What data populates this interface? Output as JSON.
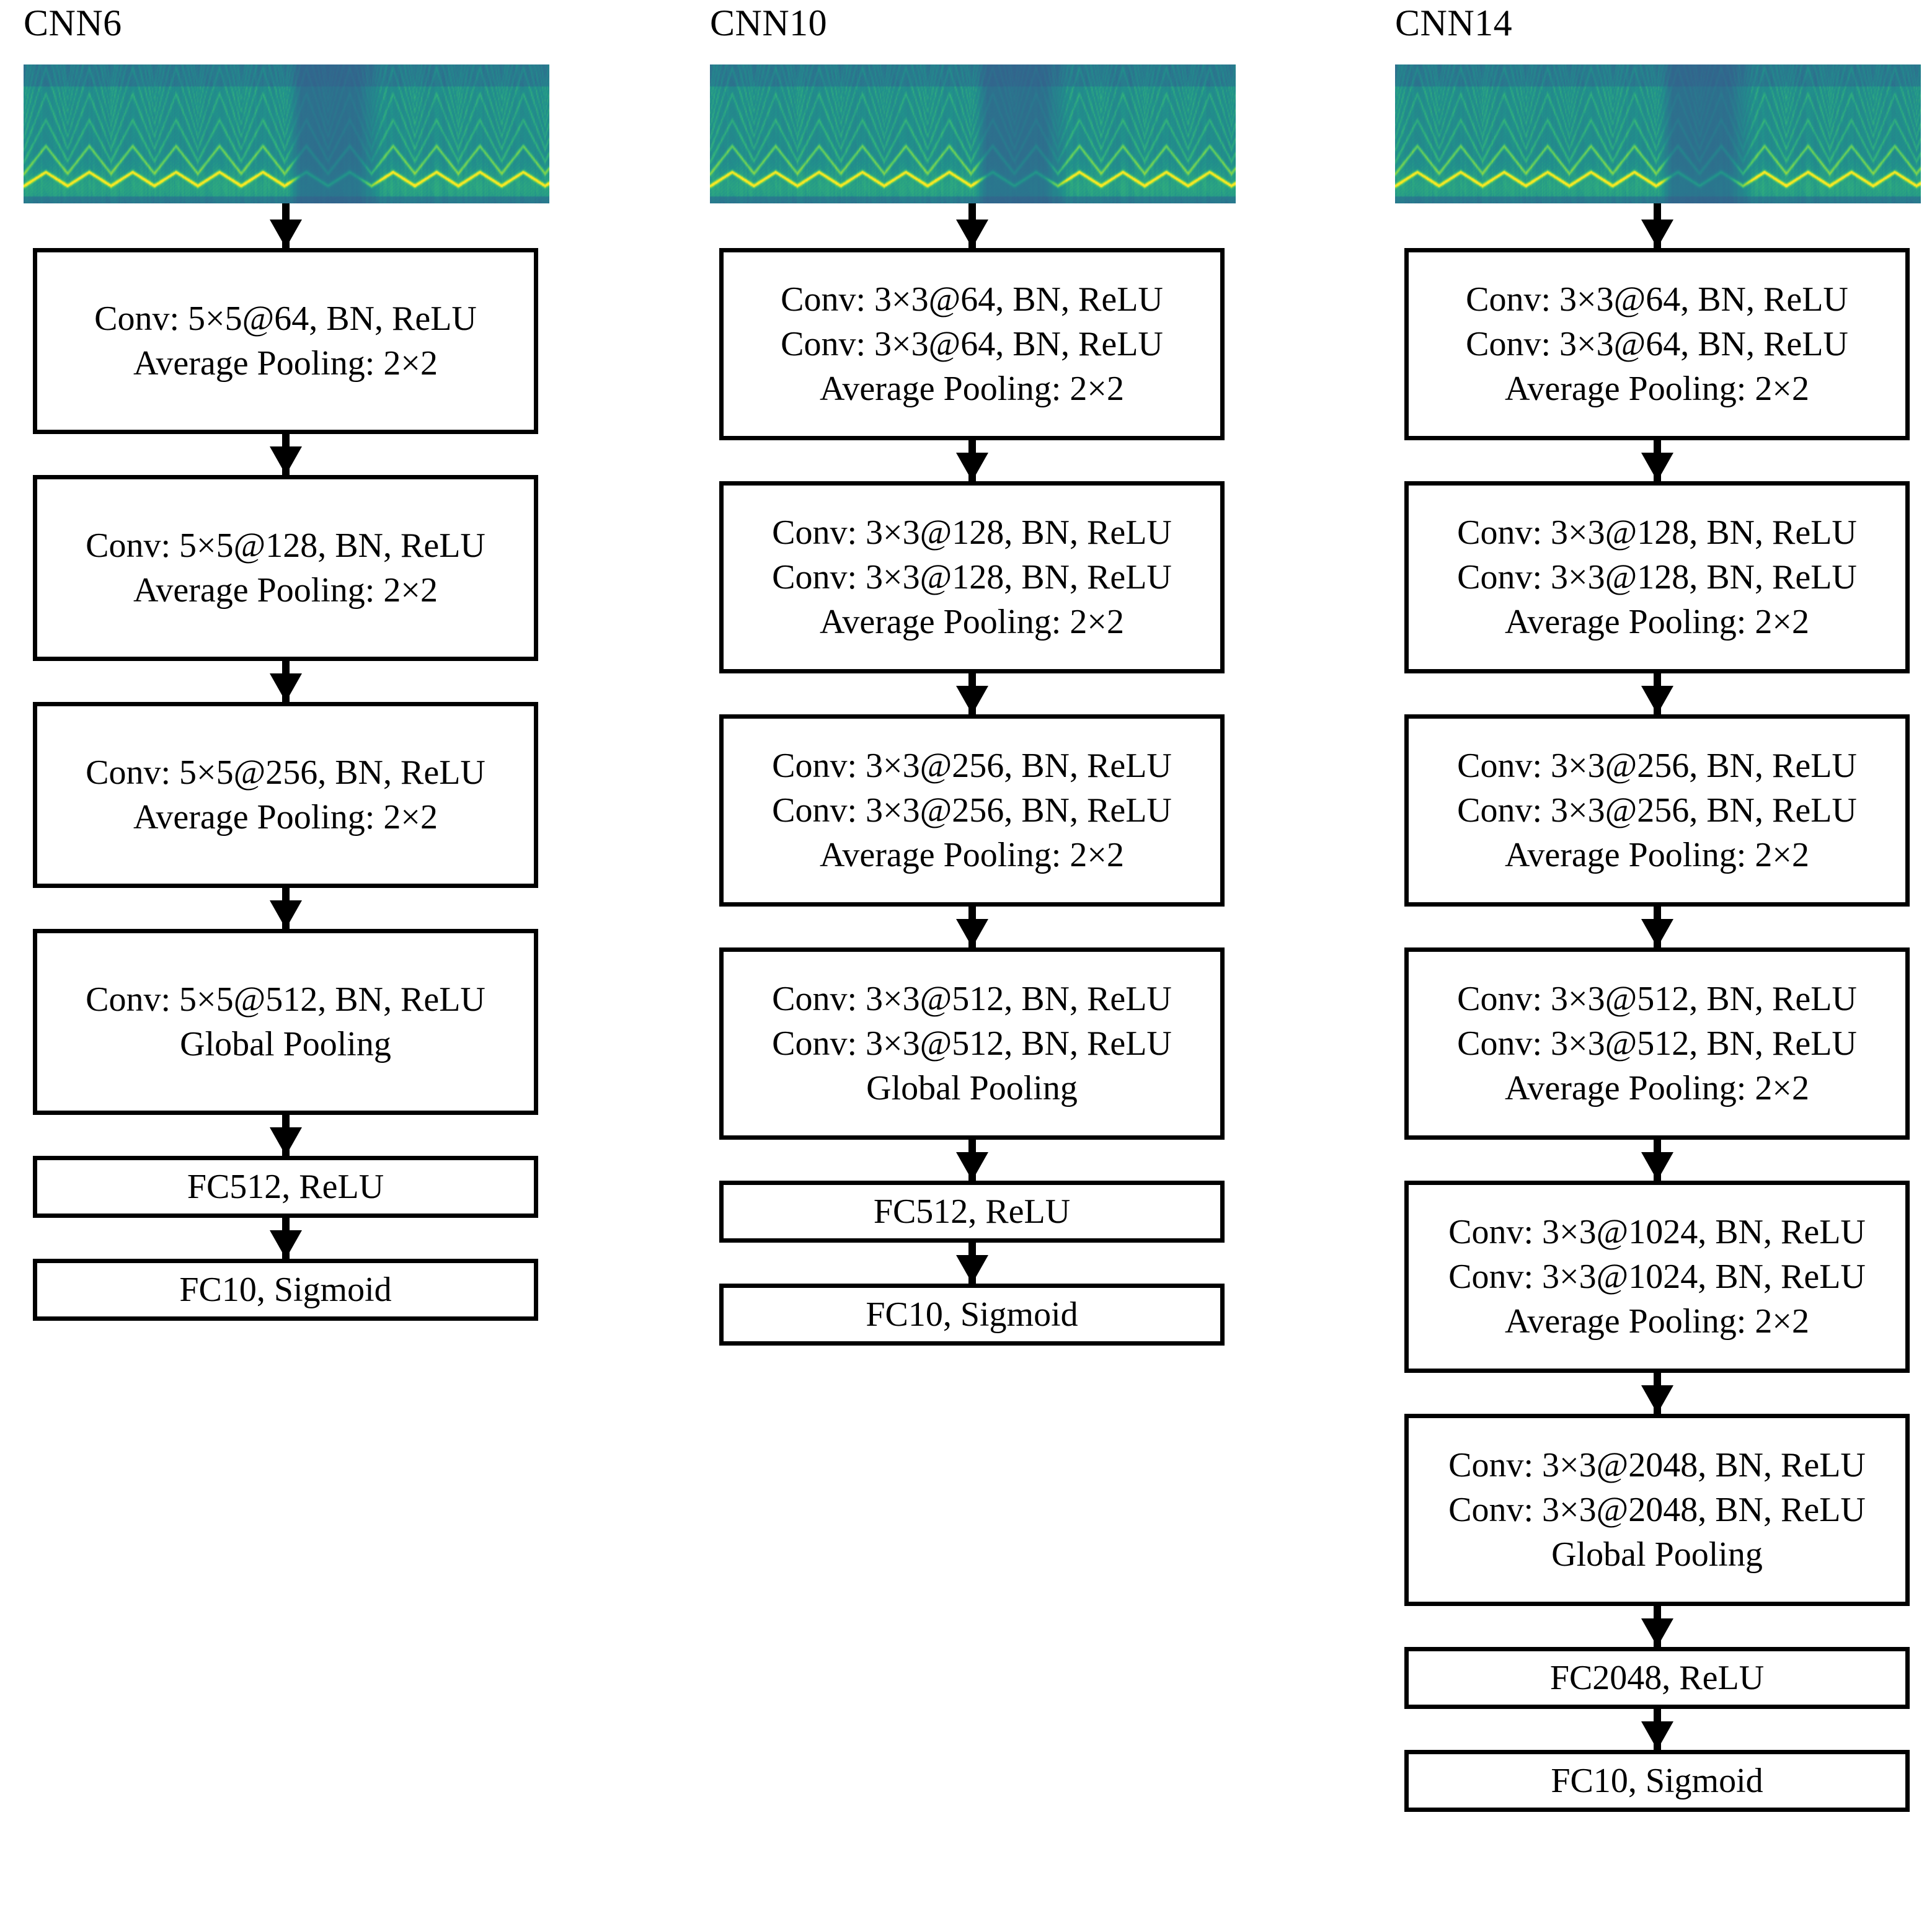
{
  "figure": {
    "kind": "cnn-architecture-diagram",
    "background_color": "#ffffff",
    "box_border_color": "#000000",
    "text_color": "#000000",
    "arrow_color": "#000000",
    "spectrogram_colormap": "viridis",
    "spectrogram_colors": [
      "#2a788e",
      "#21918c",
      "#35b779",
      "#5ec962",
      "#a5db36",
      "#d8e219",
      "#fde725",
      "#31688e",
      "#3b528b"
    ]
  },
  "columns": [
    {
      "id": "cnn6",
      "title": "CNN6",
      "input_name": "log-mel-spectrogram",
      "blocks": [
        {
          "id": "cnn6-block-1",
          "lines": [
            "Conv: 5×5@64, BN, ReLU",
            "Average Pooling: 2×2"
          ]
        },
        {
          "id": "cnn6-block-2",
          "lines": [
            "Conv: 5×5@128, BN, ReLU",
            "Average Pooling: 2×2"
          ]
        },
        {
          "id": "cnn6-block-3",
          "lines": [
            "Conv: 5×5@256, BN, ReLU",
            "Average Pooling: 2×2"
          ]
        },
        {
          "id": "cnn6-block-4",
          "lines": [
            "Conv: 5×5@512, BN, ReLU",
            "Global Pooling"
          ]
        },
        {
          "id": "cnn6-block-5",
          "lines": [
            "FC512, ReLU"
          ]
        },
        {
          "id": "cnn6-block-6",
          "lines": [
            "FC10, Sigmoid"
          ]
        }
      ]
    },
    {
      "id": "cnn10",
      "title": "CNN10",
      "input_name": "log-mel-spectrogram",
      "blocks": [
        {
          "id": "cnn10-block-1",
          "lines": [
            "Conv: 3×3@64, BN, ReLU",
            "Conv: 3×3@64, BN, ReLU",
            "Average Pooling: 2×2"
          ]
        },
        {
          "id": "cnn10-block-2",
          "lines": [
            "Conv: 3×3@128, BN, ReLU",
            "Conv: 3×3@128, BN, ReLU",
            "Average Pooling: 2×2"
          ]
        },
        {
          "id": "cnn10-block-3",
          "lines": [
            "Conv: 3×3@256, BN, ReLU",
            "Conv: 3×3@256, BN, ReLU",
            "Average Pooling: 2×2"
          ]
        },
        {
          "id": "cnn10-block-4",
          "lines": [
            "Conv: 3×3@512, BN, ReLU",
            "Conv: 3×3@512, BN, ReLU",
            "Global Pooling"
          ]
        },
        {
          "id": "cnn10-block-5",
          "lines": [
            "FC512, ReLU"
          ]
        },
        {
          "id": "cnn10-block-6",
          "lines": [
            "FC10, Sigmoid"
          ]
        }
      ]
    },
    {
      "id": "cnn14",
      "title": "CNN14",
      "input_name": "log-mel-spectrogram",
      "blocks": [
        {
          "id": "cnn14-block-1",
          "lines": [
            "Conv: 3×3@64, BN, ReLU",
            "Conv: 3×3@64, BN, ReLU",
            "Average Pooling: 2×2"
          ]
        },
        {
          "id": "cnn14-block-2",
          "lines": [
            "Conv: 3×3@128, BN, ReLU",
            "Conv: 3×3@128, BN, ReLU",
            "Average Pooling: 2×2"
          ]
        },
        {
          "id": "cnn14-block-3",
          "lines": [
            "Conv: 3×3@256, BN, ReLU",
            "Conv: 3×3@256, BN, ReLU",
            "Average Pooling: 2×2"
          ]
        },
        {
          "id": "cnn14-block-4",
          "lines": [
            "Conv: 3×3@512, BN, ReLU",
            "Conv: 3×3@512, BN, ReLU",
            "Average Pooling: 2×2"
          ]
        },
        {
          "id": "cnn14-block-5",
          "lines": [
            "Conv: 3×3@1024, BN, ReLU",
            "Conv: 3×3@1024, BN, ReLU",
            "Average Pooling: 2×2"
          ]
        },
        {
          "id": "cnn14-block-6",
          "lines": [
            "Conv: 3×3@2048, BN, ReLU",
            "Conv: 3×3@2048, BN, ReLU",
            "Global Pooling"
          ]
        },
        {
          "id": "cnn14-block-7",
          "lines": [
            "FC2048, ReLU"
          ]
        },
        {
          "id": "cnn14-block-8",
          "lines": [
            "FC10, Sigmoid"
          ]
        }
      ]
    }
  ]
}
